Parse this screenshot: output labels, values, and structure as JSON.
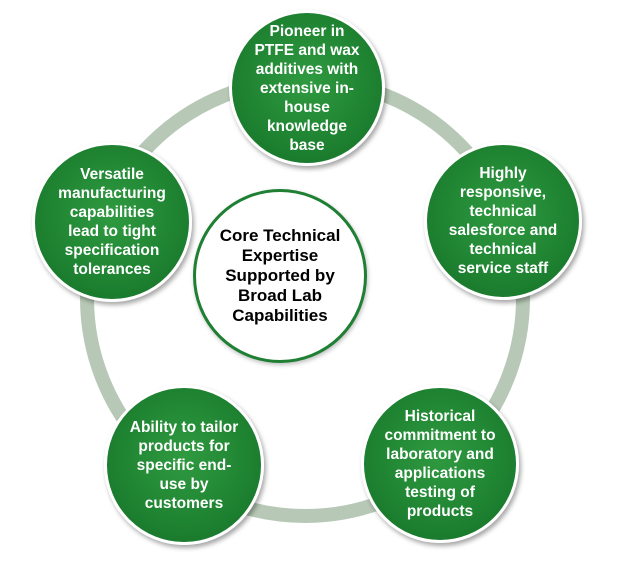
{
  "diagram": {
    "center_text": "Core Technical\nExpertise\nSupported by\nBroad Lab\nCapabilities",
    "nodes": [
      {
        "id": "top",
        "text": "Pioneer in\nPTFE and wax\nadditives with\nextensive in-\nhouse\nknowledge\nbase"
      },
      {
        "id": "right",
        "text": "Highly\nresponsive,\ntechnical\nsalesforce and\ntechnical\nservice staff"
      },
      {
        "id": "bottom-right",
        "text": "Historical\ncommitment to\nlaboratory and\napplications\ntesting of\nproducts"
      },
      {
        "id": "bottom-left",
        "text": "Ability to tailor\nproducts for\nspecific end-\nuse by\ncustomers"
      },
      {
        "id": "left",
        "text": "Versatile\nmanufacturing\ncapabilities\nlead to tight\nspecification\ntolerances"
      }
    ]
  },
  "colors": {
    "node_green": "#1f8432",
    "ring_gray_green": "#b7c9b6",
    "center_border": "#1f7f33"
  }
}
